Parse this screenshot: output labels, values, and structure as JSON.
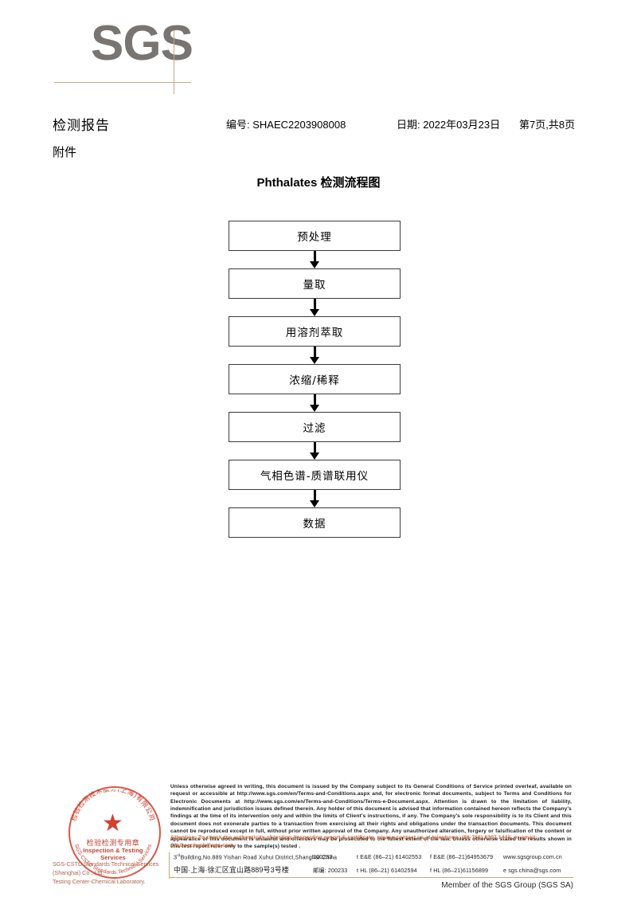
{
  "logo": {
    "brand": "SGS"
  },
  "header": {
    "report_title": "检测报告",
    "report_no": "编号: SHAEC2203908008",
    "report_date": "日期: 2022年03月23日",
    "page_count": "第7页,共8页",
    "attachment_label": "附件"
  },
  "flowchart": {
    "title": "Phthalates 检测流程图",
    "steps": [
      {
        "label": "预处理"
      },
      {
        "label": "量取"
      },
      {
        "label": "用溶剂萃取"
      },
      {
        "label": "浓缩/稀释"
      },
      {
        "label": "过滤"
      },
      {
        "label": "气相色谱-质谱联用仪"
      },
      {
        "label": "数据"
      }
    ]
  },
  "stamp": {
    "arc_top": "检验检测技术服务(上海)有限公司",
    "star": "★",
    "cn_label": "检验检测专用章",
    "en_label": "Inspection & Testing Services",
    "arc_bottom": "SGS-CSTC Standards Technical Services",
    "overlay_line1": "SGS-CSTC Standards Technical Services (Shanghai) Co., Ltd.",
    "overlay_line2": "Testing Center-Chemical Laboratory."
  },
  "footer": {
    "legal": "Unless otherwise agreed in writing, this document is issued by the Company subject to its General Conditions of Service printed overleaf, available on request or accessible at http://www.sgs.com/en/Terms-and-Conditions.aspx and, for electronic format documents, subject to Terms and Conditions for Electronic Documents at http://www.sgs.com/en/Terms-and-Conditions/Terms-e-Document.aspx. Attention is drawn to the limitation of liability, indemnification and jurisdiction issues defined therein. Any holder of this document is advised that information contained hereon reflects the Company's findings at the time of its intervention only and within the limits of Client's instructions, if any. The Company's sole responsibility is to its Client and this document does not exonerate parties to a transaction from exercising all their rights and obligations under the transaction documents. This document cannot be reproduced except in full, without prior written approval of the Company. Any unauthorized alteration, forgery or falsification of the content or appearance of this document is unlawful and offenders may be prosecuted to the fullest extent of the law. Unless otherwise stated the results shown in this test report refer only to the sample(s) tested .",
    "attention": "Attention: To check the authenticity of testing /inspection report & certificate, please contact us at telephone: (86-755) 8307 1443, or email: CN.Doccheck@sgs.com",
    "address_en": "Building,No.889 Yishan Road Xuhui District,Shanghai China",
    "address_en_prefix": "3",
    "address_en_sup": "rd",
    "zip_en": "200233",
    "tel_en": "t E&E (86–21) 61402553",
    "fax_en": "f E&E (86–21)64953679",
    "web": "www.sgsgroup.com.cn",
    "address_cn": "中国·上海·徐汇区宜山路889号3号楼",
    "zip_cn": "邮编: 200233",
    "tel_cn": "t HL (86–21) 61402594",
    "fax_cn": "f HL (86–21)61156899",
    "email": "e sgs.china@sgs.com",
    "member_line": "Member of the SGS Group (SGS SA)"
  },
  "colors": {
    "brand_gray": "#777471",
    "rule_tan": "#c8a87e",
    "attention_orange": "#d4622a",
    "stamp_red": "#d2402f"
  }
}
